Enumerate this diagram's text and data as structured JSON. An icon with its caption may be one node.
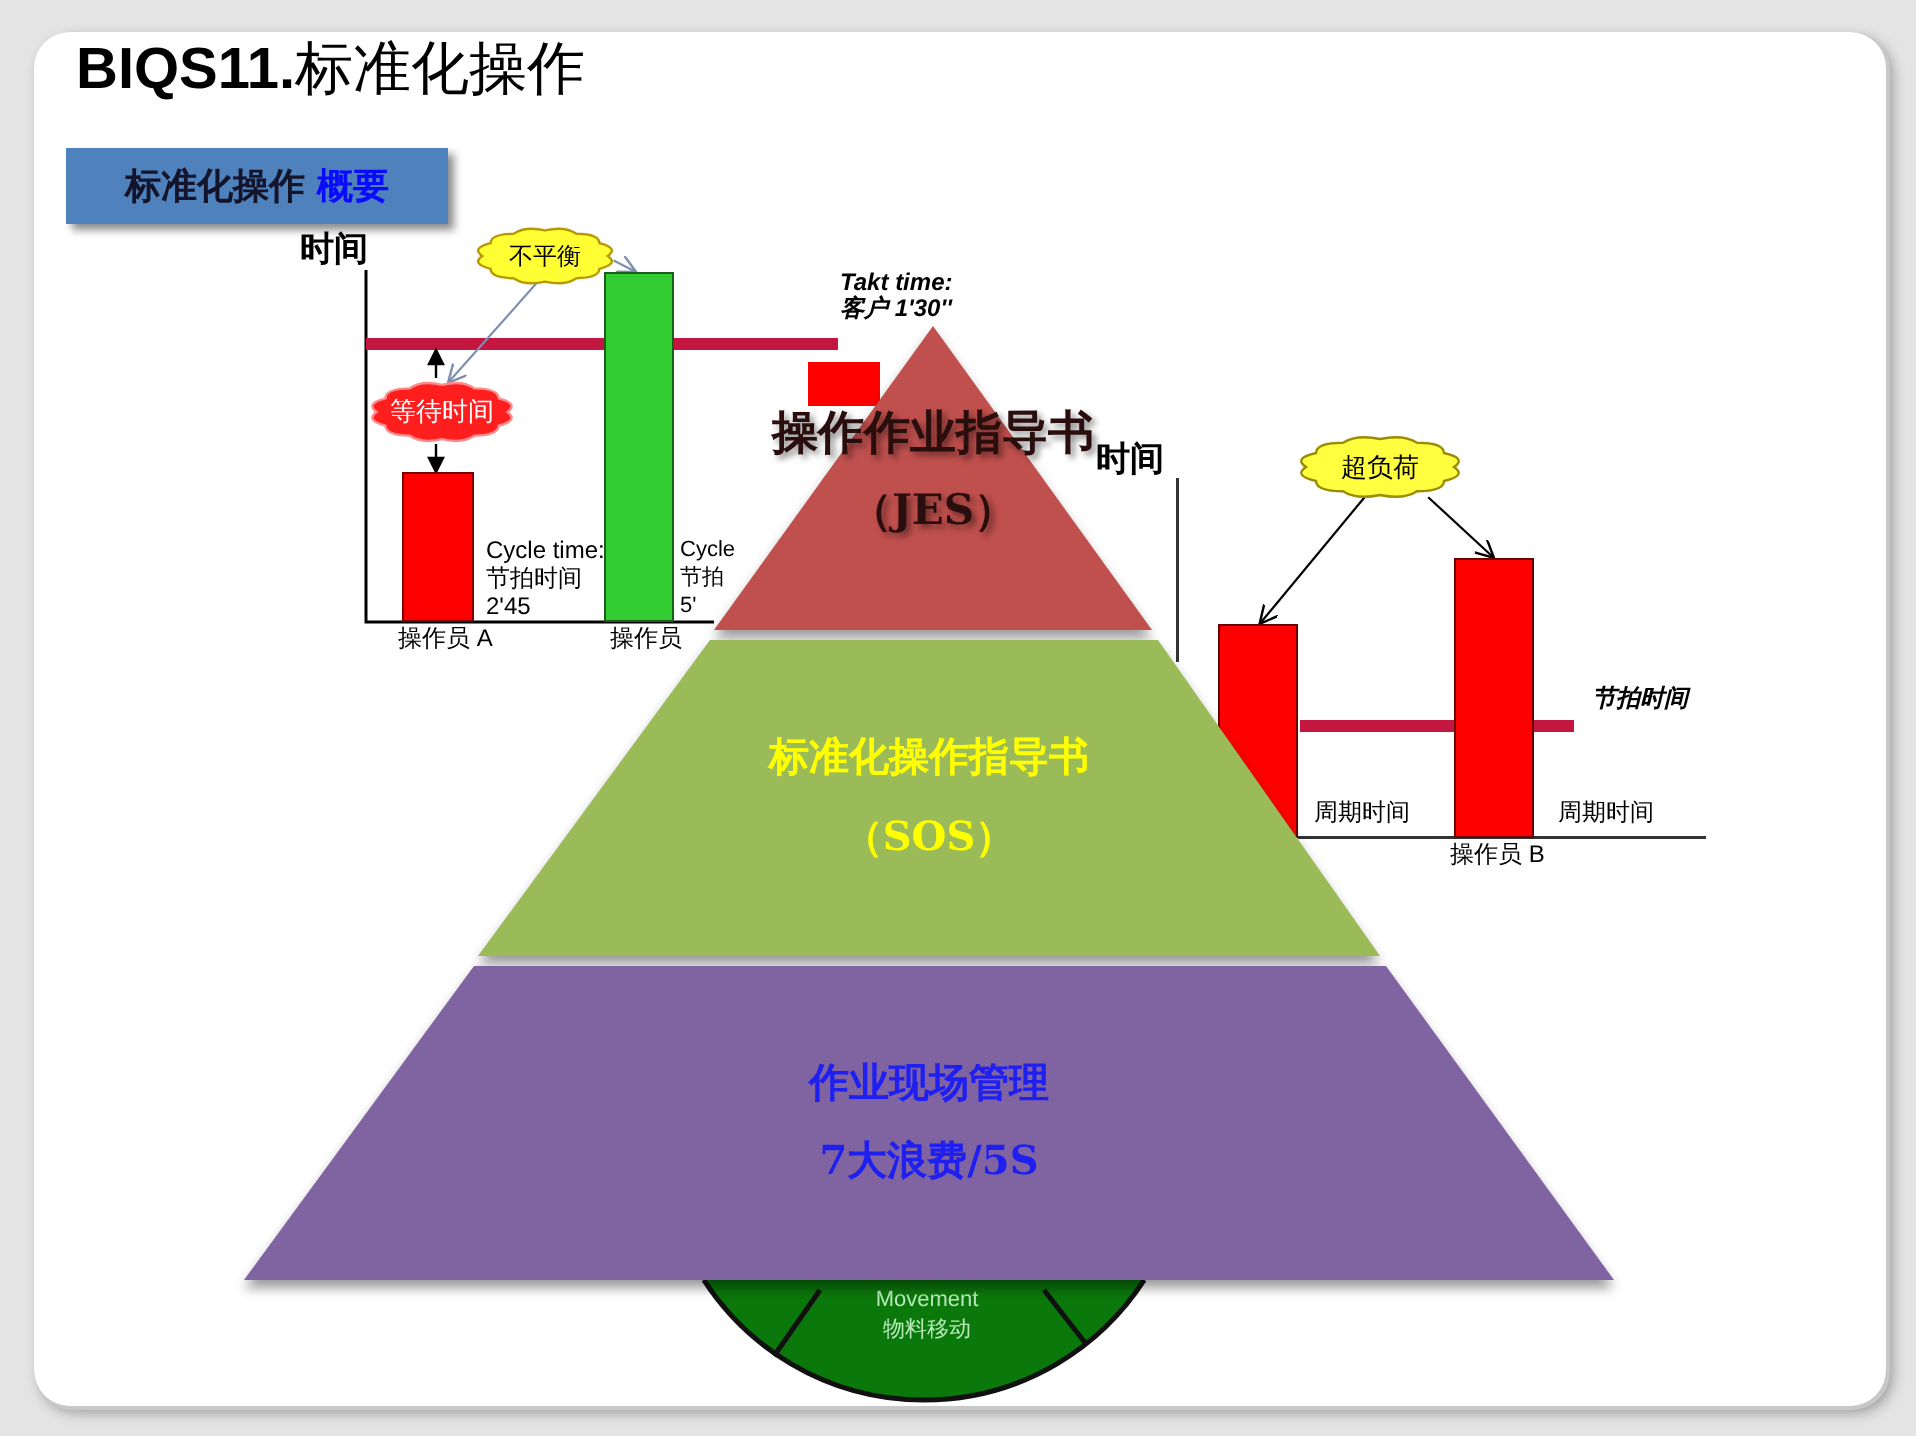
{
  "diagram": {
    "title": "**BIQS11.**标准化操作",
    "nodes": [
      {
        "text": [
          "标准化操作",
          "概要"
        ]
      },
      {
        "text": [
          "不平衡"
        ]
      },
      {
        "text": [
          "等待时间"
        ]
      },
      {
        "text": [],
        "shape": "bar"
      },
      {
        "text": [],
        "shape": "bar"
      },
      {
        "text": [],
        "shape": "bar"
      },
      {
        "text": [
          "操作作业指导书",
          "（JES）"
        ]
      },
      {
        "text": [
          "超负荷"
        ]
      },
      {
        "text": [],
        "shape": "bar"
      },
      {
        "text": [],
        "shape": "bar"
      },
      {
        "text": [
          "标准化操作指导书",
          "（SOS）"
        ]
      },
      {
        "text": [
          "作业现场管理",
          "7大浪费/5S"
        ]
      },
      {
        "text": [
          "Movement",
          "物料移动"
        ]
      }
    ],
    "edges": [
      {
        "from": 1,
        "to": 2,
        "arrow": "to",
        "color": "#7c8fb0"
      },
      {
        "from": 1,
        "to": 4,
        "arrow": "to",
        "color": "#7c8fb0"
      },
      {
        "from": 7,
        "to": 8,
        "arrow": "to",
        "color": "#000000"
      },
      {
        "from": 7,
        "to": 9,
        "arrow": "to",
        "color": "#000000"
      }
    ],
    "labels": [
      "时间",
      "Takt time: 客户 1'30''",
      "时间",
      "Cycle time: 节拍时间 2'45",
      "Cycle 节拍 5'",
      "操作员 A",
      "操作员",
      "节拍时间",
      "周期时间",
      "周期时间",
      "操作员 B"
    ]
  }
}
